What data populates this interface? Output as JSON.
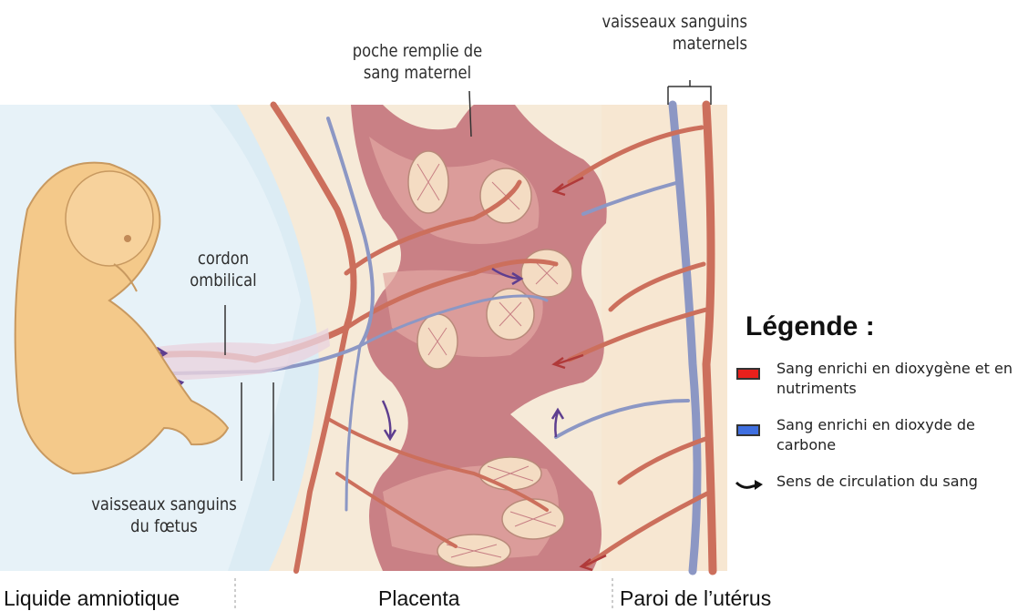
{
  "labels": {
    "pocket": [
      "poche remplie de",
      "sang maternel"
    ],
    "maternal_vessels": [
      "vaisseaux sanguins",
      "maternels"
    ],
    "cord": [
      "cordon",
      "ombilical"
    ],
    "fetal_vessels": [
      "vaisseaux sanguins",
      "du fœtus"
    ]
  },
  "regions": [
    "Liquide amniotique",
    "Placenta",
    "Paroi de l’utérus"
  ],
  "legend": {
    "title": "Légende :",
    "items": [
      {
        "label": "Sang enrichi en dioxygène et en nutriments",
        "color": "#e8201c"
      },
      {
        "label": "Sang enrichi en dioxyde de carbone",
        "color": "#3f6fe0"
      },
      {
        "label": "Sens de circulation du sang",
        "icon": "curved-arrow-icon"
      }
    ]
  },
  "colors": {
    "amniotic": "#dcecf4",
    "placenta": "#f6ead8",
    "maternal_pool": "#c98085",
    "artery": "#cc6f5c",
    "vein": "#8c97c4",
    "uterus": "#f7e7d2"
  }
}
